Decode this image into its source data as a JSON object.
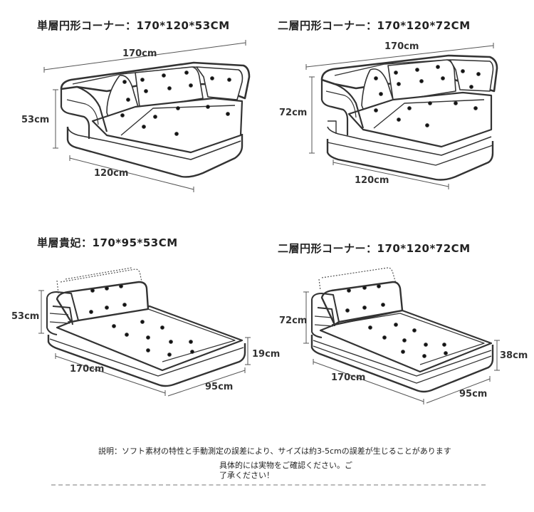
{
  "panels": [
    {
      "title": "単層円形コーナー：170*120*53CM",
      "width": "170cm",
      "depth": "120cm",
      "height": "53cm"
    },
    {
      "title": "二層円形コーナー：170*120*72CM",
      "width": "170cm",
      "depth": "120cm",
      "height": "72cm"
    },
    {
      "title": "単層貴妃：170*95*53CM",
      "length": "170cm",
      "width": "95cm",
      "height": "53cm",
      "base": "19cm"
    },
    {
      "title": "二層円形コーナー：170*120*72CM",
      "length": "170cm",
      "width": "95cm",
      "height": "72cm",
      "base": "38cm"
    }
  ],
  "note": {
    "line1": "説明：ソフト素材の特性と手動測定の誤差により、サイズは約3-5cmの誤差が生じることがあります",
    "line2": "具体的には実物をご確認ください。ご",
    "line3": "了承ください！"
  }
}
